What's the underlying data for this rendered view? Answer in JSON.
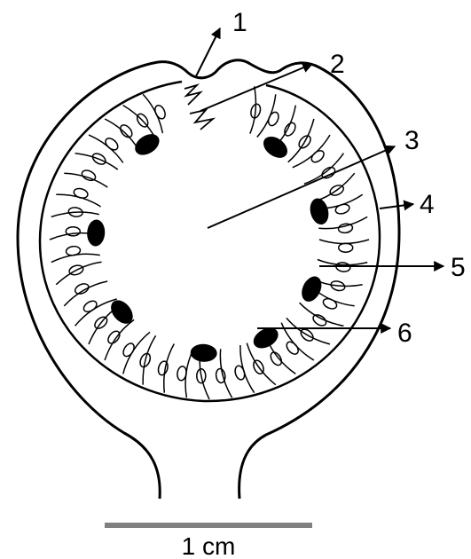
{
  "figure": {
    "labels": [
      "1",
      "2",
      "3",
      "4",
      "5",
      "6"
    ],
    "scale_bar": {
      "text": "1 cm",
      "color": "#808080"
    }
  },
  "colors": {
    "ink": "#000000",
    "background": "#ffffff"
  }
}
